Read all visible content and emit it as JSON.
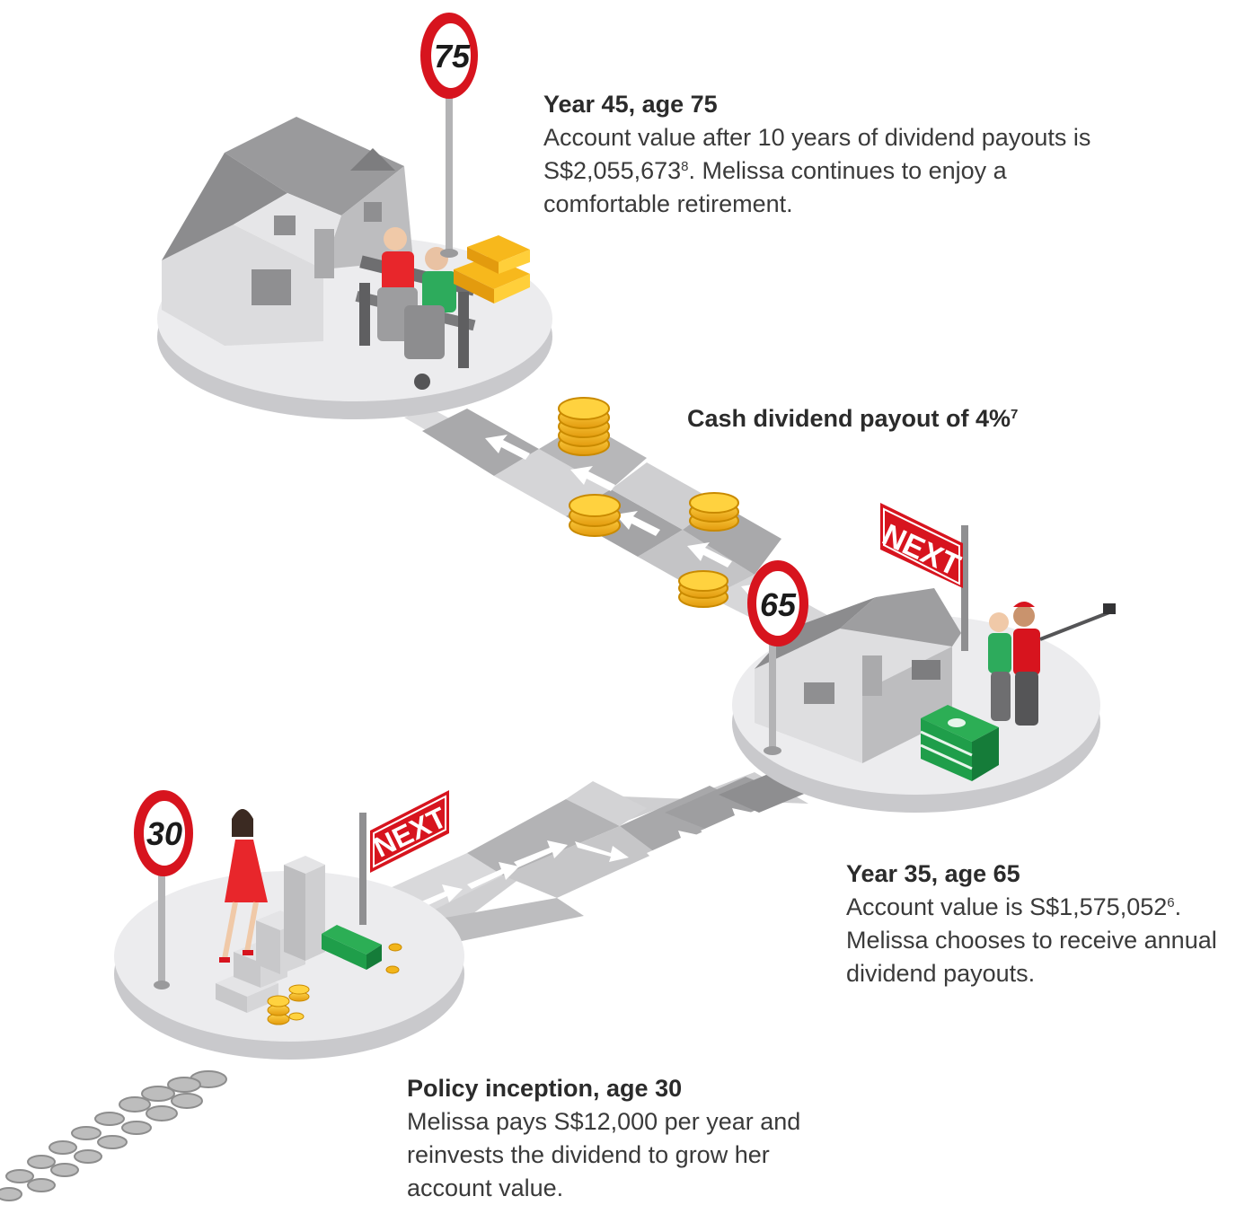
{
  "milestones": {
    "age75": {
      "heading": "Year 45, age 75",
      "text_before": "Account value after 10 years of dividend payouts is S$2,055,673",
      "footnote": "8",
      "text_after": ". Melissa continues to enjoy a comfortable retirement."
    },
    "dividend": {
      "label": "Cash dividend payout of 4%",
      "footnote": "7"
    },
    "age65": {
      "heading": "Year 35, age 65",
      "text_before": "Account value is S$1,575,052",
      "footnote": "6",
      "text_after": ". Melissa chooses to receive annual dividend payouts."
    },
    "age30": {
      "heading": "Policy inception, age 30",
      "text": "Melissa pays S$12,000 per year and reinvests the dividend to grow her account value."
    }
  },
  "signs": {
    "speed_75": "75",
    "speed_65": "65",
    "speed_30": "30",
    "next_upper": "NEXT",
    "next_lower": "NEXT"
  },
  "colors": {
    "sign_red": "#d7141e",
    "platform": "#e9e9eb",
    "platform_side": "#c9c9cc",
    "road_dark": "#a9a9ab",
    "road_light": "#d2d2d4",
    "coin_gold": "#f2b51b",
    "cash_green": "#1f9e4a"
  }
}
